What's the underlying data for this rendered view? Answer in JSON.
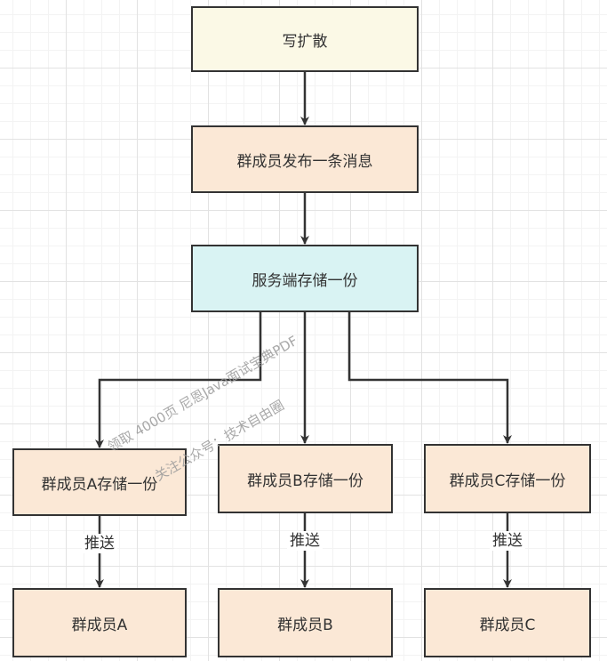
{
  "nodes": {
    "write_diffusion": "写扩散",
    "member_publish": "群成员发布一条消息",
    "server_store": "服务端存储一份",
    "store_a": "群成员A存储一份",
    "store_b": "群成员B存储一份",
    "store_c": "群成员C存储一份",
    "member_a": "群成员A",
    "member_b": "群成员B",
    "member_c": "群成员C"
  },
  "edge_labels": {
    "push_a": "推送",
    "push_b": "推送",
    "push_c": "推送"
  },
  "watermark": {
    "line1": "领取 4000页 尼恩Java面试宝典PDF",
    "line2": "关注公众号：技术自由圈"
  },
  "colors": {
    "yellow_fill": "#fbf9e6",
    "orange_fill": "#fbe8d6",
    "cyan_fill": "#d9f3f3",
    "stroke": "#333333"
  }
}
